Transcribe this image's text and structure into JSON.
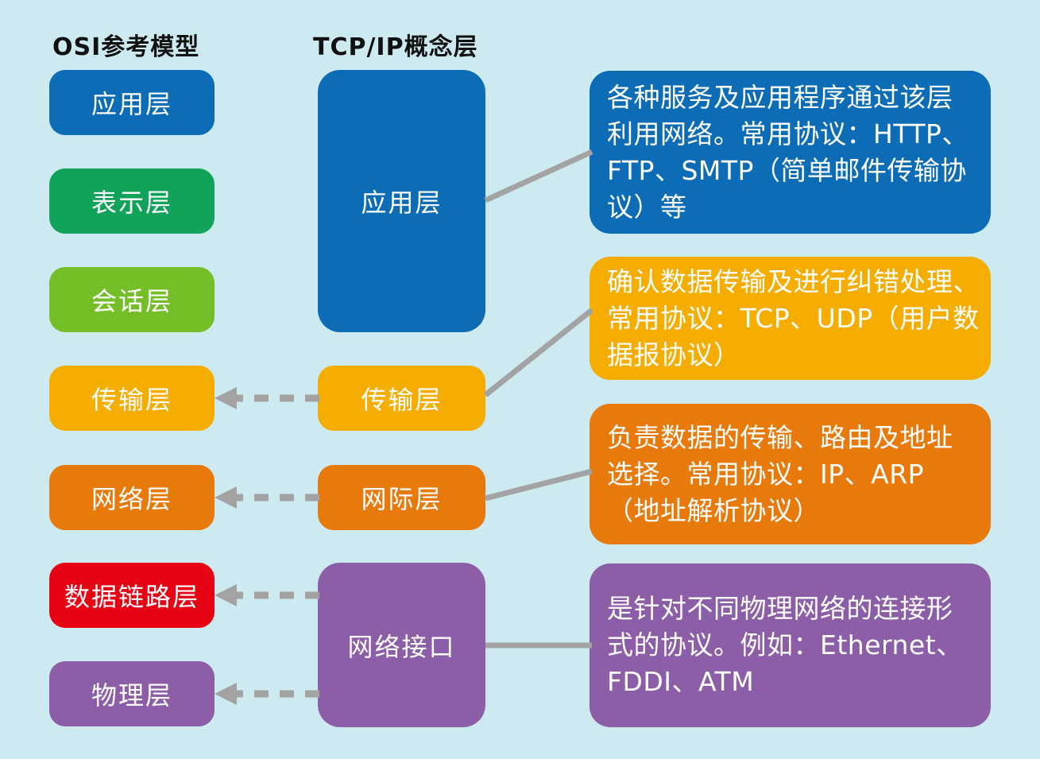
{
  "titles": {
    "osi": "OSI参考模型",
    "tcpip": "TCP/IP概念层"
  },
  "colors": {
    "background": "#cdeaf0",
    "text_dark": "#111111",
    "blue": "#0d6cb6",
    "green": "#12a35a",
    "light_green": "#74bf27",
    "yellow": "#f4ad00",
    "orange": "#e8790b",
    "red": "#e60414",
    "purple": "#8c5ea7",
    "connector_gray": "#a3a3a3",
    "label_white": "#ffffff"
  },
  "osi": {
    "layers": [
      {
        "label": "应用层",
        "color": "blue"
      },
      {
        "label": "表示层",
        "color": "green"
      },
      {
        "label": "会话层",
        "color": "light_green"
      },
      {
        "label": "传输层",
        "color": "yellow"
      },
      {
        "label": "网络层",
        "color": "orange"
      },
      {
        "label": "数据链路层",
        "color": "red"
      },
      {
        "label": "物理层",
        "color": "purple"
      }
    ]
  },
  "tcpip": {
    "layers": [
      {
        "label": "应用层",
        "color": "blue"
      },
      {
        "label": "传输层",
        "color": "yellow"
      },
      {
        "label": "网际层",
        "color": "orange"
      },
      {
        "label": "网络接口",
        "color": "purple"
      }
    ]
  },
  "descriptions": [
    {
      "color": "blue",
      "text": "各种服务及应用程序通过该层\n利用网络。常用协议：HTTP、\nFTP、SMTP（简单邮件传输协\n议）等"
    },
    {
      "color": "yellow",
      "text": "确认数据传输及进行纠错处理、\n常用协议：TCP、UDP（用户数\n据报协议）"
    },
    {
      "color": "orange",
      "text": "负责数据的传输、路由及地址\n选择。常用协议：IP、ARP\n（地址解析协议）"
    },
    {
      "color": "purple",
      "text": "是针对不同物理网络的连接形\n式的协议。例如：Ethernet、\nFDDI、ATM"
    }
  ]
}
